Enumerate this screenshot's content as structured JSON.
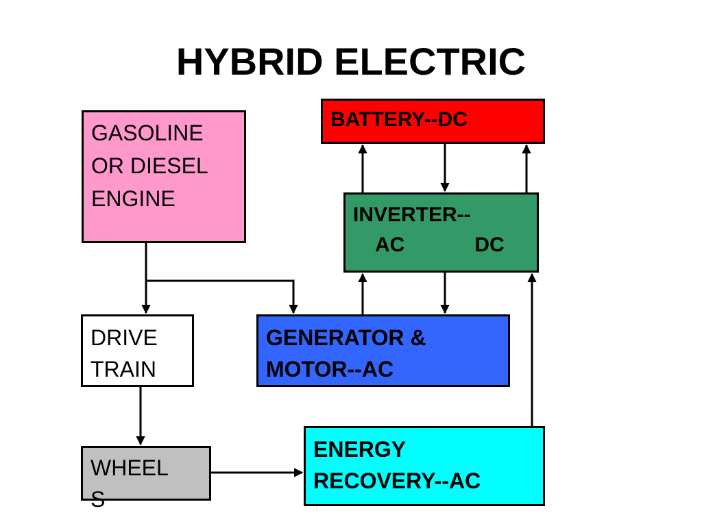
{
  "title": "HYBRID ELECTRIC",
  "colors": {
    "engine": "#FF99CC",
    "battery": "#FF0000",
    "inverter": "#339966",
    "drive_train": "#FFFFFF",
    "generator": "#3366FF",
    "wheels": "#C0C0C0",
    "energy_recovery": "#00FFFF"
  },
  "boxes": {
    "engine": "GASOLINE\nOR DIESEL\nENGINE",
    "battery": "BATTERY--DC",
    "inverter": {
      "line1": "INVERTER--",
      "left": "AC",
      "right": "DC"
    },
    "drive_train": "DRIVE\nTRAIN",
    "generator": "GENERATOR &\nMOTOR--AC",
    "wheels": "WHEEL\nS",
    "energy_recovery": "ENERGY\nRECOVERY--AC"
  }
}
